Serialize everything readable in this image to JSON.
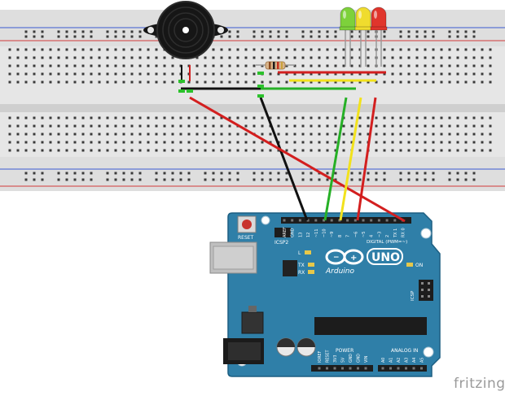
{
  "board": {
    "name": "Arduino",
    "model": "UNO",
    "reset_label": "RESET",
    "icsp2_label": "ICSP2",
    "icsp_label": "ICSP",
    "on_label": "ON",
    "led_l": "L",
    "led_tx": "TX",
    "led_rx": "RX",
    "digital_label": "DIGITAL (PWM=~)",
    "power_label": "POWER",
    "analog_label": "ANALOG IN",
    "top_pins": [
      "AREF",
      "GND",
      "13",
      "12",
      "~11",
      "~10",
      "~9",
      "8",
      "7",
      "~6",
      "~5",
      "4",
      "~3",
      "2",
      "TX 1",
      "RX 0"
    ],
    "power_pins": [
      "IOREF",
      "RESET",
      "3V3",
      "5V",
      "GND",
      "GND",
      "VIN"
    ],
    "analog_pins": [
      "A0",
      "A1",
      "A2",
      "A3",
      "A4",
      "A5"
    ]
  },
  "breadboard": {
    "columns": 60,
    "colors": {
      "body": "#e3e3e3",
      "rail_red": "#d23b3b",
      "rail_blue": "#3b5bd2",
      "hole": "#3a3a3a"
    }
  },
  "components": {
    "leds": [
      {
        "name": "green",
        "color": "#7dd13b"
      },
      {
        "name": "yellow",
        "color": "#f0dc2e"
      },
      {
        "name": "red",
        "color": "#e0352c"
      }
    ],
    "buzzer": {
      "name": "piezo-buzzer",
      "color": "#111111"
    },
    "resistor": {
      "name": "resistor",
      "color": "#d9b48a"
    }
  },
  "wires": [
    {
      "name": "buzzer-ground",
      "color": "#111111"
    },
    {
      "name": "buzzer-signal",
      "color": "#d31f1f"
    },
    {
      "name": "green-led-signal",
      "color": "#26b026"
    },
    {
      "name": "yellow-led-signal",
      "color": "#f2e21c"
    },
    {
      "name": "red-led-signal",
      "color": "#d31f1f"
    }
  ],
  "watermark": "fritzing"
}
